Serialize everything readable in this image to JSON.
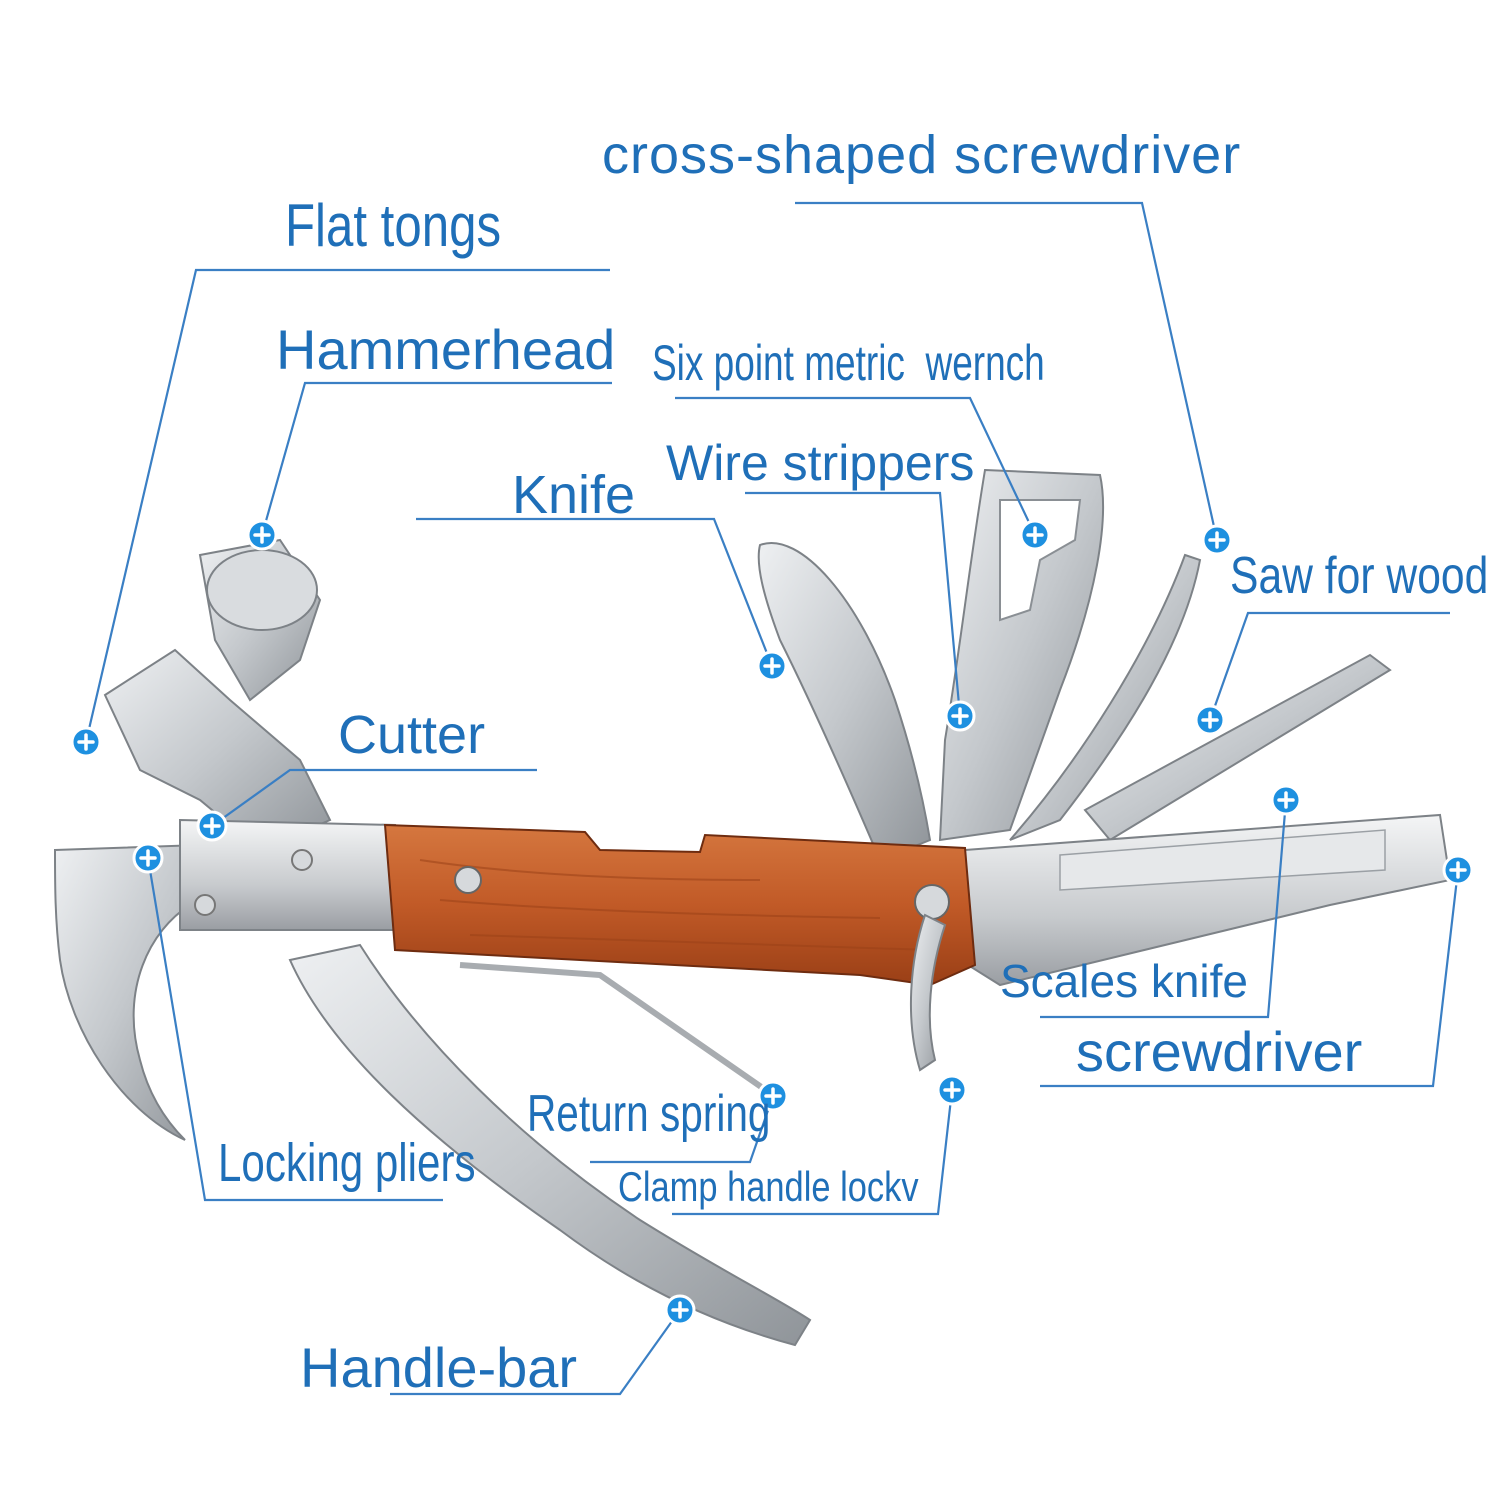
{
  "colors": {
    "label": "#1f6fb8",
    "leader_line": "#3a7fc4",
    "marker": "#1e90e0",
    "steel": "#c9ccd0",
    "steel_dark": "#8d9196",
    "wood": "#c4602e",
    "wood_dark": "#8e3b17"
  },
  "labels": {
    "cross_screwdriver": "cross-shaped screwdriver",
    "flat_tongs": "Flat tongs",
    "hammerhead": "Hammerhead",
    "six_point_wrench": "Six point metric  wernch",
    "wire_strippers": "Wire strippers",
    "knife": "Knife",
    "saw_for_wood": "Saw for wood",
    "cutter": "Cutter",
    "scales_knife": "Scales knife",
    "screwdriver": "screwdriver",
    "return_spring": "Return spring",
    "locking_pliers": "Locking pliers",
    "clamp_handle_lock": "Clamp handle lockv",
    "handle_bar": "Handle-bar"
  }
}
